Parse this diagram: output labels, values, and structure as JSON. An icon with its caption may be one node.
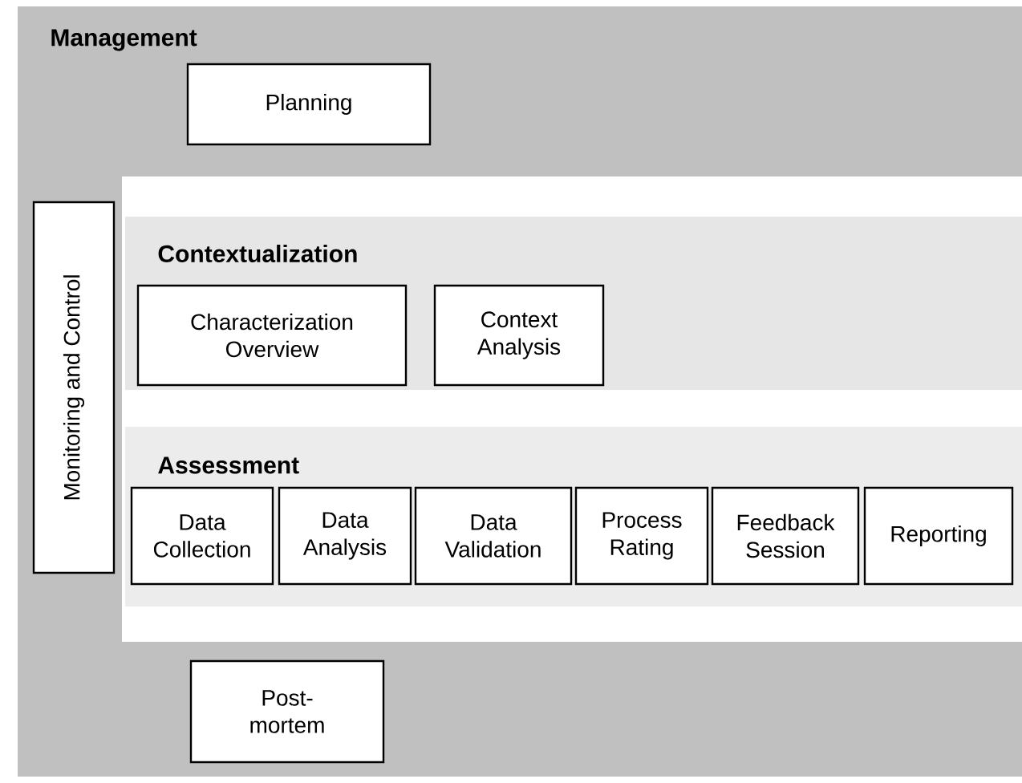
{
  "diagram": {
    "nodes": [
      {
        "text": [
          "Management"
        ]
      },
      {
        "text": [
          "Planning"
        ],
        "in": 0
      },
      {
        "text": [
          "Monitoring and Control"
        ],
        "in": 0
      },
      {
        "text": [
          "Contextualization"
        ],
        "in": 0
      },
      {
        "text": [
          "Characterization Overview"
        ],
        "in": 3
      },
      {
        "text": [
          "Context Analysis"
        ],
        "in": 3
      },
      {
        "text": [
          "Assessment"
        ],
        "in": 0
      },
      {
        "text": [
          "Data Collection"
        ],
        "in": 6
      },
      {
        "text": [
          "Data Analysis"
        ],
        "in": 6
      },
      {
        "text": [
          "Data Validation"
        ],
        "in": 6
      },
      {
        "text": [
          "Process Rating"
        ],
        "in": 6
      },
      {
        "text": [
          "Feedback Session"
        ],
        "in": 6
      },
      {
        "text": [
          "Reporting"
        ],
        "in": 6
      },
      {
        "text": [
          "Post-mortem"
        ],
        "in": 0
      }
    ]
  }
}
